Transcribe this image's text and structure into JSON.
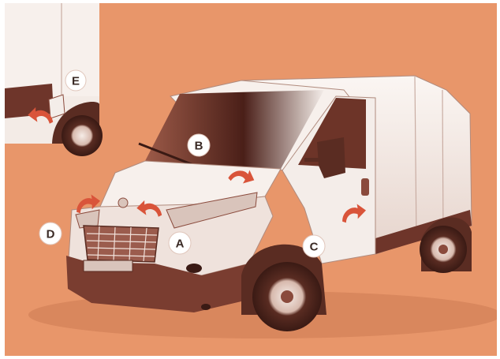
{
  "colors": {
    "background": "#e8966a",
    "van_body": "#f4ede9",
    "van_shade": "#8a4a3c",
    "van_dark": "#5a2c22",
    "arrow": "#d9543a",
    "callout_fill": "#ffffff",
    "callout_text": "#3a2a25"
  },
  "callouts": {
    "a": "A",
    "b": "B",
    "c": "C",
    "d": "D",
    "e": "E"
  },
  "icons": {
    "arrow": "curved-arrow-icon"
  }
}
